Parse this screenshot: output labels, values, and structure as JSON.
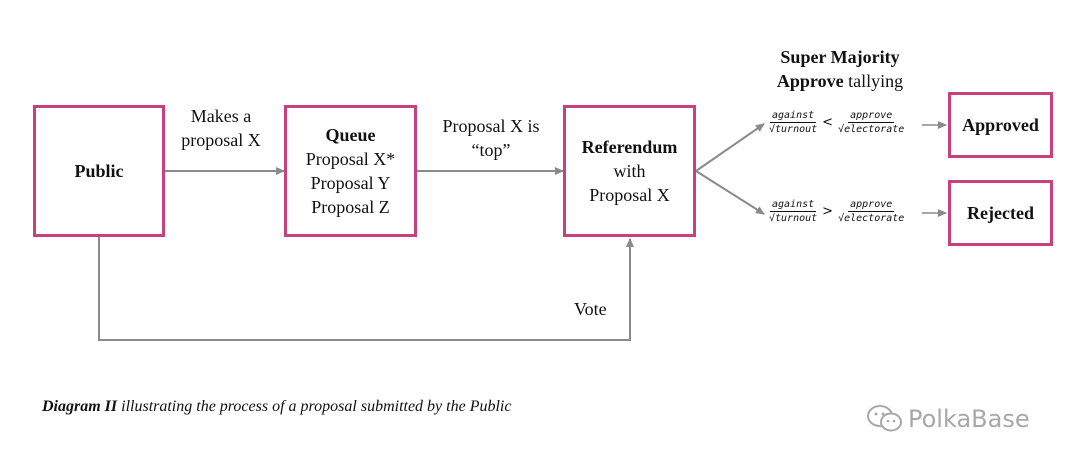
{
  "nodes": {
    "public": {
      "label": "Public"
    },
    "queue": {
      "title": "Queue",
      "items": [
        "Proposal X*",
        "Proposal Y",
        "Proposal Z"
      ]
    },
    "referendum": {
      "title": "Referendum",
      "line1": "with",
      "line2": "Proposal X"
    },
    "approved": {
      "label": "Approved"
    },
    "rejected": {
      "label": "Rejected"
    }
  },
  "edges": {
    "makes_proposal": {
      "line1": "Makes a",
      "line2": "proposal X"
    },
    "proposal_top": {
      "line1": "Proposal X is",
      "line2": "“top”"
    },
    "vote": {
      "label": "Vote"
    }
  },
  "tally_heading": {
    "bold1": "Super Majority",
    "bold2": "Approve",
    "rest": " tallying"
  },
  "formulas": {
    "approve": {
      "num1": "against",
      "den1": "√turnout",
      "op": "<",
      "num2": "approve",
      "den2": "√electorate"
    },
    "reject": {
      "num1": "against",
      "den1": "√turnout",
      "op": ">",
      "num2": "approve",
      "den2": "√electorate"
    }
  },
  "caption": {
    "bold": "Diagram II",
    "rest": " illustrating the process of  a proposal submitted by the Public"
  },
  "watermark": {
    "text": "PolkaBase"
  },
  "colors": {
    "box_border": "#c8407e",
    "arrow": "#8a8a8a",
    "watermark": "#a8a8a8"
  }
}
